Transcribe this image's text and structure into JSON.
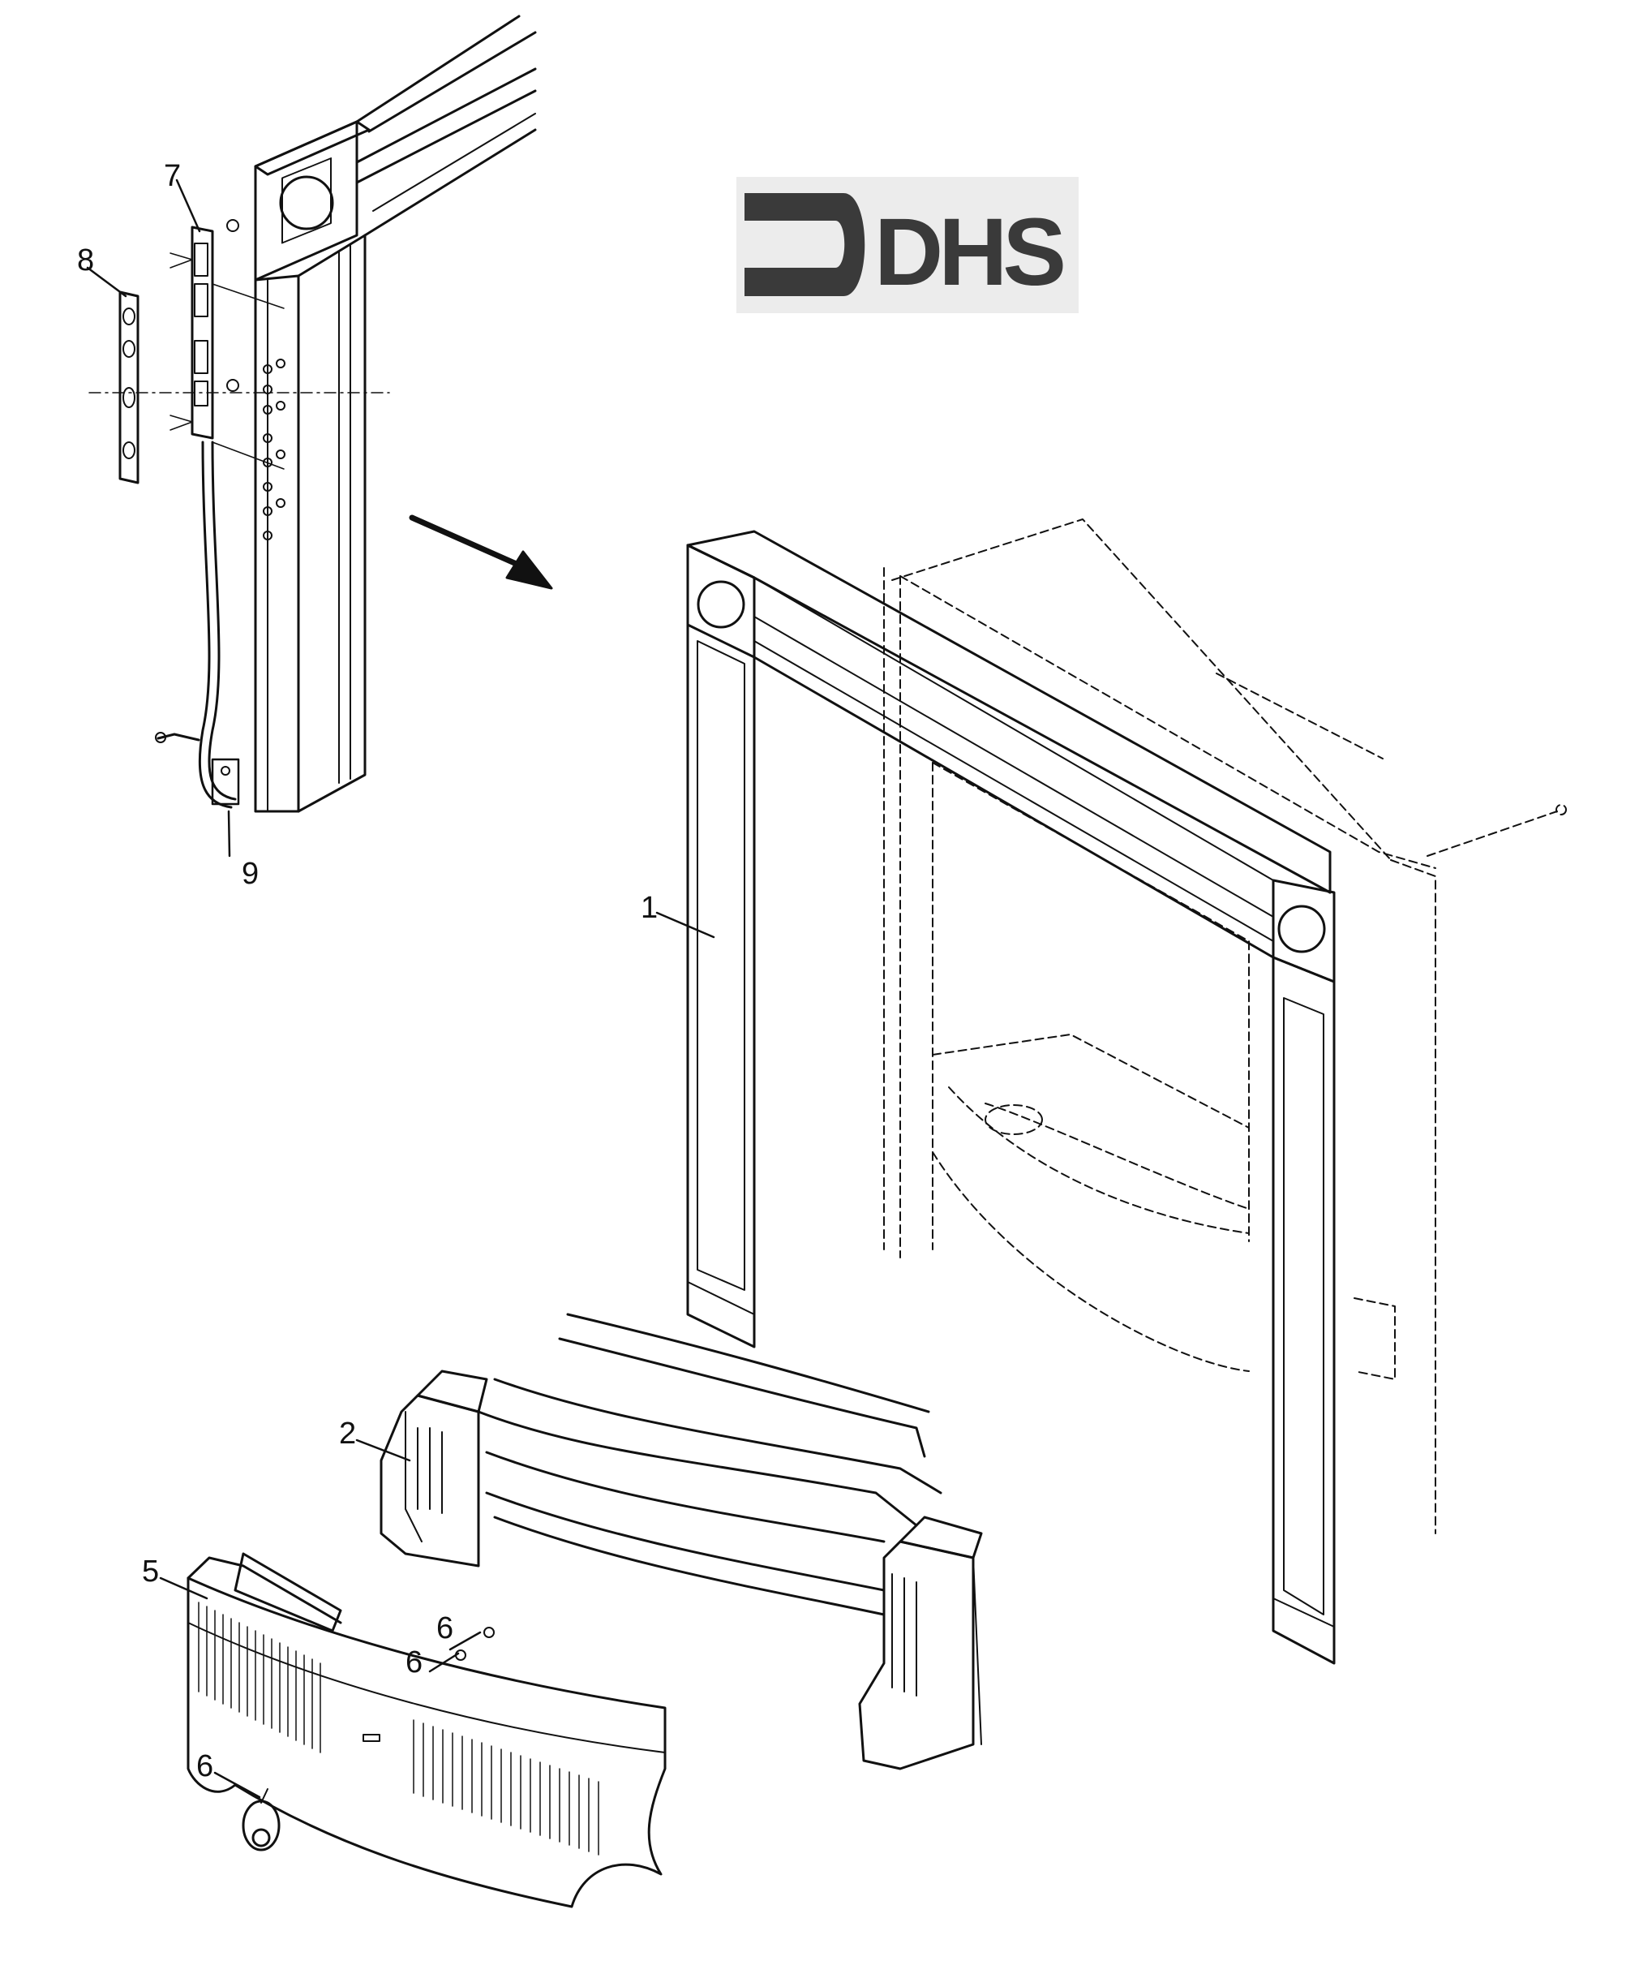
{
  "logo": {
    "text": "DHS",
    "color": "#3a3a3a"
  },
  "callouts": [
    {
      "id": "1",
      "label": "1"
    },
    {
      "id": "2",
      "label": "2"
    },
    {
      "id": "5",
      "label": "5"
    },
    {
      "id": "6a",
      "label": "6"
    },
    {
      "id": "6b",
      "label": "6"
    },
    {
      "id": "6c",
      "label": "6"
    },
    {
      "id": "7",
      "label": "7"
    },
    {
      "id": "8",
      "label": "8"
    },
    {
      "id": "9",
      "label": "9"
    }
  ],
  "colors": {
    "ink": "#111111",
    "faint": "#555555",
    "paper": "#ffffff"
  }
}
